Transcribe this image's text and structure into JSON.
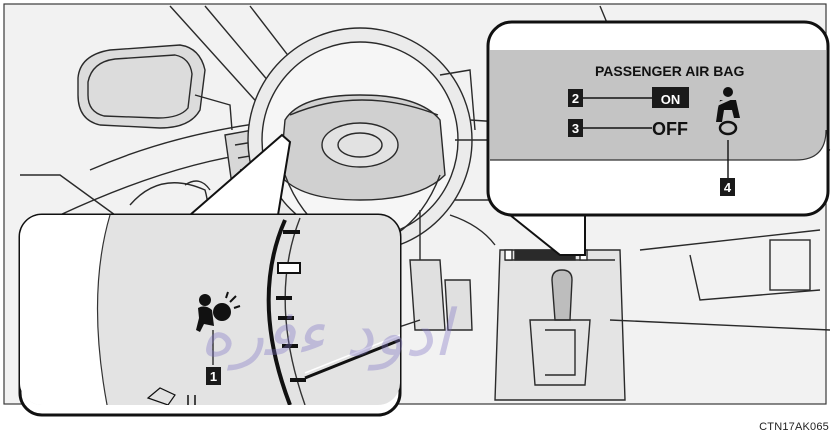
{
  "figure": {
    "caption": "CTN17AK065",
    "callouts": [
      "1",
      "2",
      "3",
      "4"
    ],
    "indicator_panel": {
      "title": "PASSENGER AIR BAG",
      "on_label": "ON",
      "off_label": "OFF"
    },
    "icons": [
      "airbag-warning-icon",
      "seatbelt-reminder-icon"
    ],
    "watermark": "ﺍﺩﻭﺩ ﺀﻓﺭﻩ"
  },
  "colors": {
    "background": "#ffffff",
    "dashboard_fill": "#e6e6e6",
    "panel_fill": "#c4c4c4",
    "callout_fill": "#1a1a1a",
    "watermark": "#7b6fc4"
  }
}
